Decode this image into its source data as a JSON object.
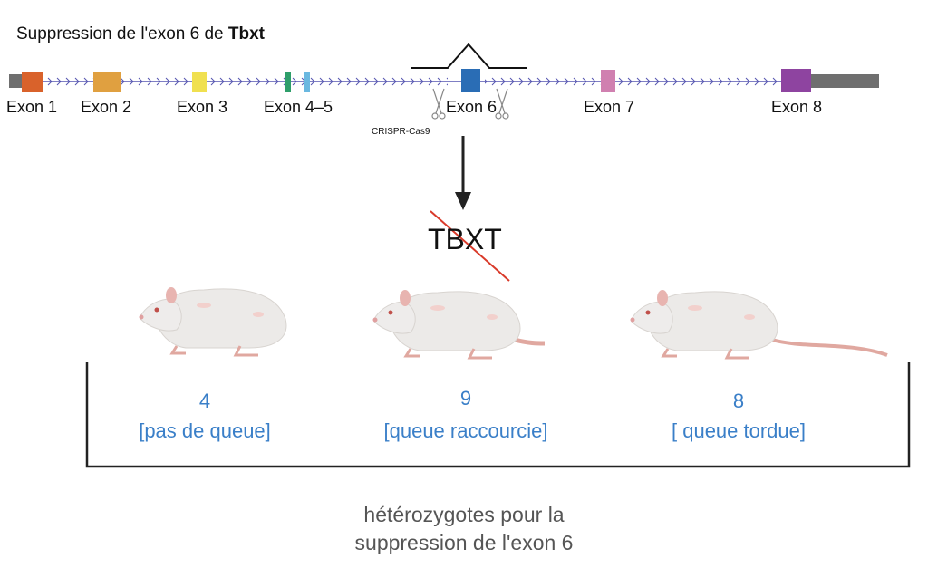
{
  "title": {
    "prefix": "Suppression de l'exon 6 de ",
    "gene": "Tbxt"
  },
  "exons": [
    {
      "label": "Exon 1",
      "color": "#d9622b"
    },
    {
      "label": "Exon 2",
      "color": "#e0a040"
    },
    {
      "label": "Exon 3",
      "color": "#f0e050"
    },
    {
      "label": "Exon 4–5",
      "color": "#2e9e6a",
      "color2": "#6ab8e0"
    },
    {
      "label": "Exon 6",
      "color": "#2a6db5"
    },
    {
      "label": "Exon 7",
      "color": "#d080b0"
    },
    {
      "label": "Exon 8",
      "color": "#8e44a0"
    }
  ],
  "crispr_label": "CRISPR-Cas9",
  "knockout_gene": "TBXT",
  "groups": [
    {
      "count": "4",
      "phenotype": "[pas de queue]"
    },
    {
      "count": "9",
      "phenotype": "[queue raccourcie]"
    },
    {
      "count": "8",
      "phenotype": "[ queue tordue]"
    }
  ],
  "footer": {
    "line1": "hétérozygotes pour la",
    "line2": "suppression de l'exon 6"
  },
  "colors": {
    "intron": "#5555b0",
    "accent": "#3a7fc8",
    "strike": "#d93a2a"
  }
}
